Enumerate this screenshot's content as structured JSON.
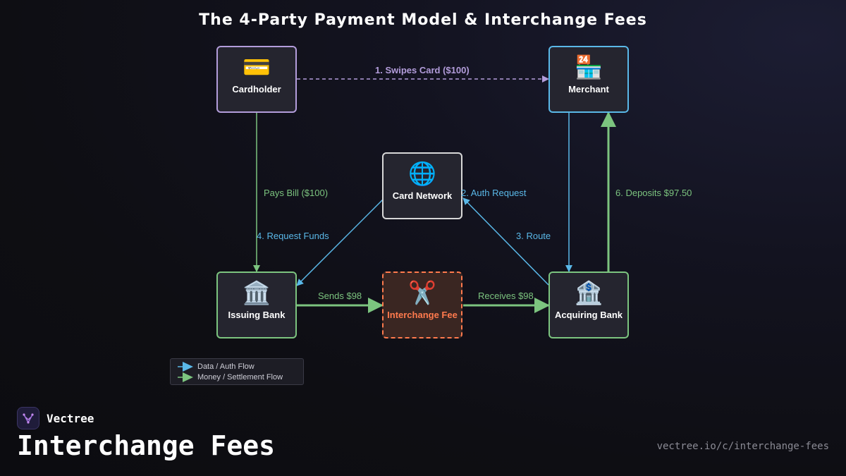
{
  "title": "The 4-Party Payment Model & Interchange Fees",
  "nodes": {
    "cardholder": {
      "label": "Cardholder",
      "icon": "💳",
      "icon_name": "credit-card-icon"
    },
    "merchant": {
      "label": "Merchant",
      "icon": "🏪",
      "icon_name": "store-icon"
    },
    "network": {
      "label": "Card Network",
      "icon": "🌐",
      "icon_name": "globe-icon"
    },
    "issuing": {
      "label": "Issuing Bank",
      "icon": "🏛️",
      "icon_name": "bank-building-icon"
    },
    "fee": {
      "label": "Interchange Fee",
      "icon": "✂️",
      "icon_name": "scissors-icon"
    },
    "acquiring": {
      "label": "Acquiring Bank",
      "icon": "🏦",
      "icon_name": "bank-icon"
    }
  },
  "edges": {
    "swipe": "1. Swipes Card ($100)",
    "pays_bill": "Pays Bill ($100)",
    "auth_request": "2. Auth Request",
    "route": "3. Route",
    "request_funds": "4. Request Funds",
    "deposits": "6. Deposits $97.50",
    "sends": "Sends $98",
    "receives": "Receives $98"
  },
  "legend": {
    "data_flow": "Data / Auth Flow",
    "money_flow": "Money / Settlement Flow"
  },
  "colors": {
    "data": "#5ab8e8",
    "money": "#7cc47f",
    "swipe": "#b39ddb",
    "fee": "#ff7a4d"
  },
  "footer": {
    "brand": "Vectree",
    "heading": "Interchange Fees",
    "url": "vectree.io/c/interchange-fees"
  }
}
